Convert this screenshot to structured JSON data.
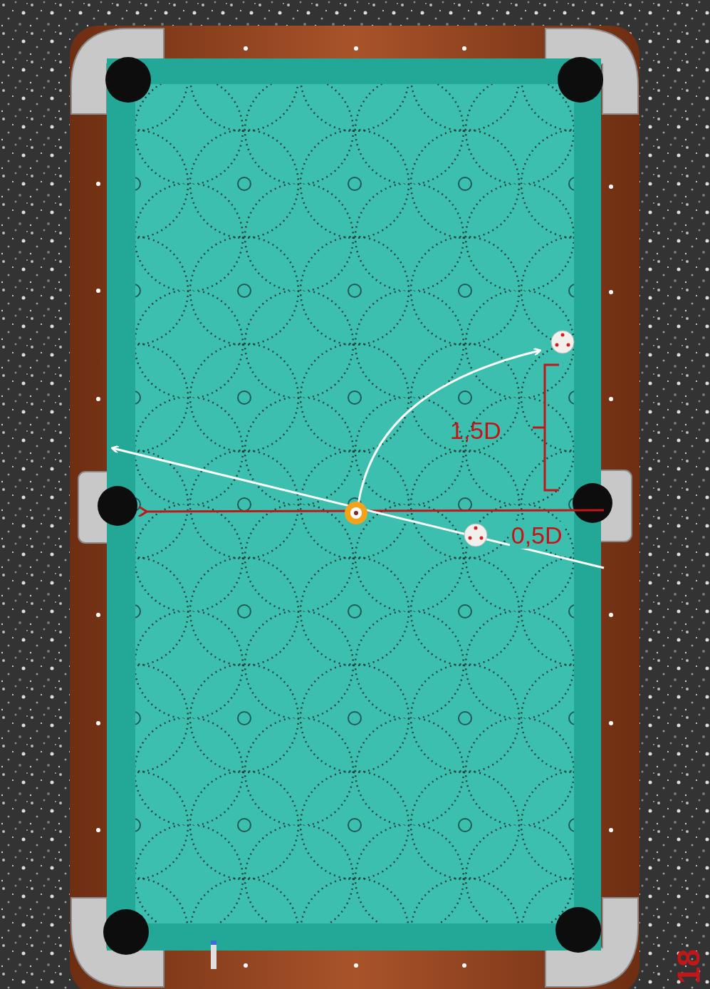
{
  "diagram": {
    "labels": [
      "1,5D",
      "0,5D",
      "18"
    ]
  }
}
